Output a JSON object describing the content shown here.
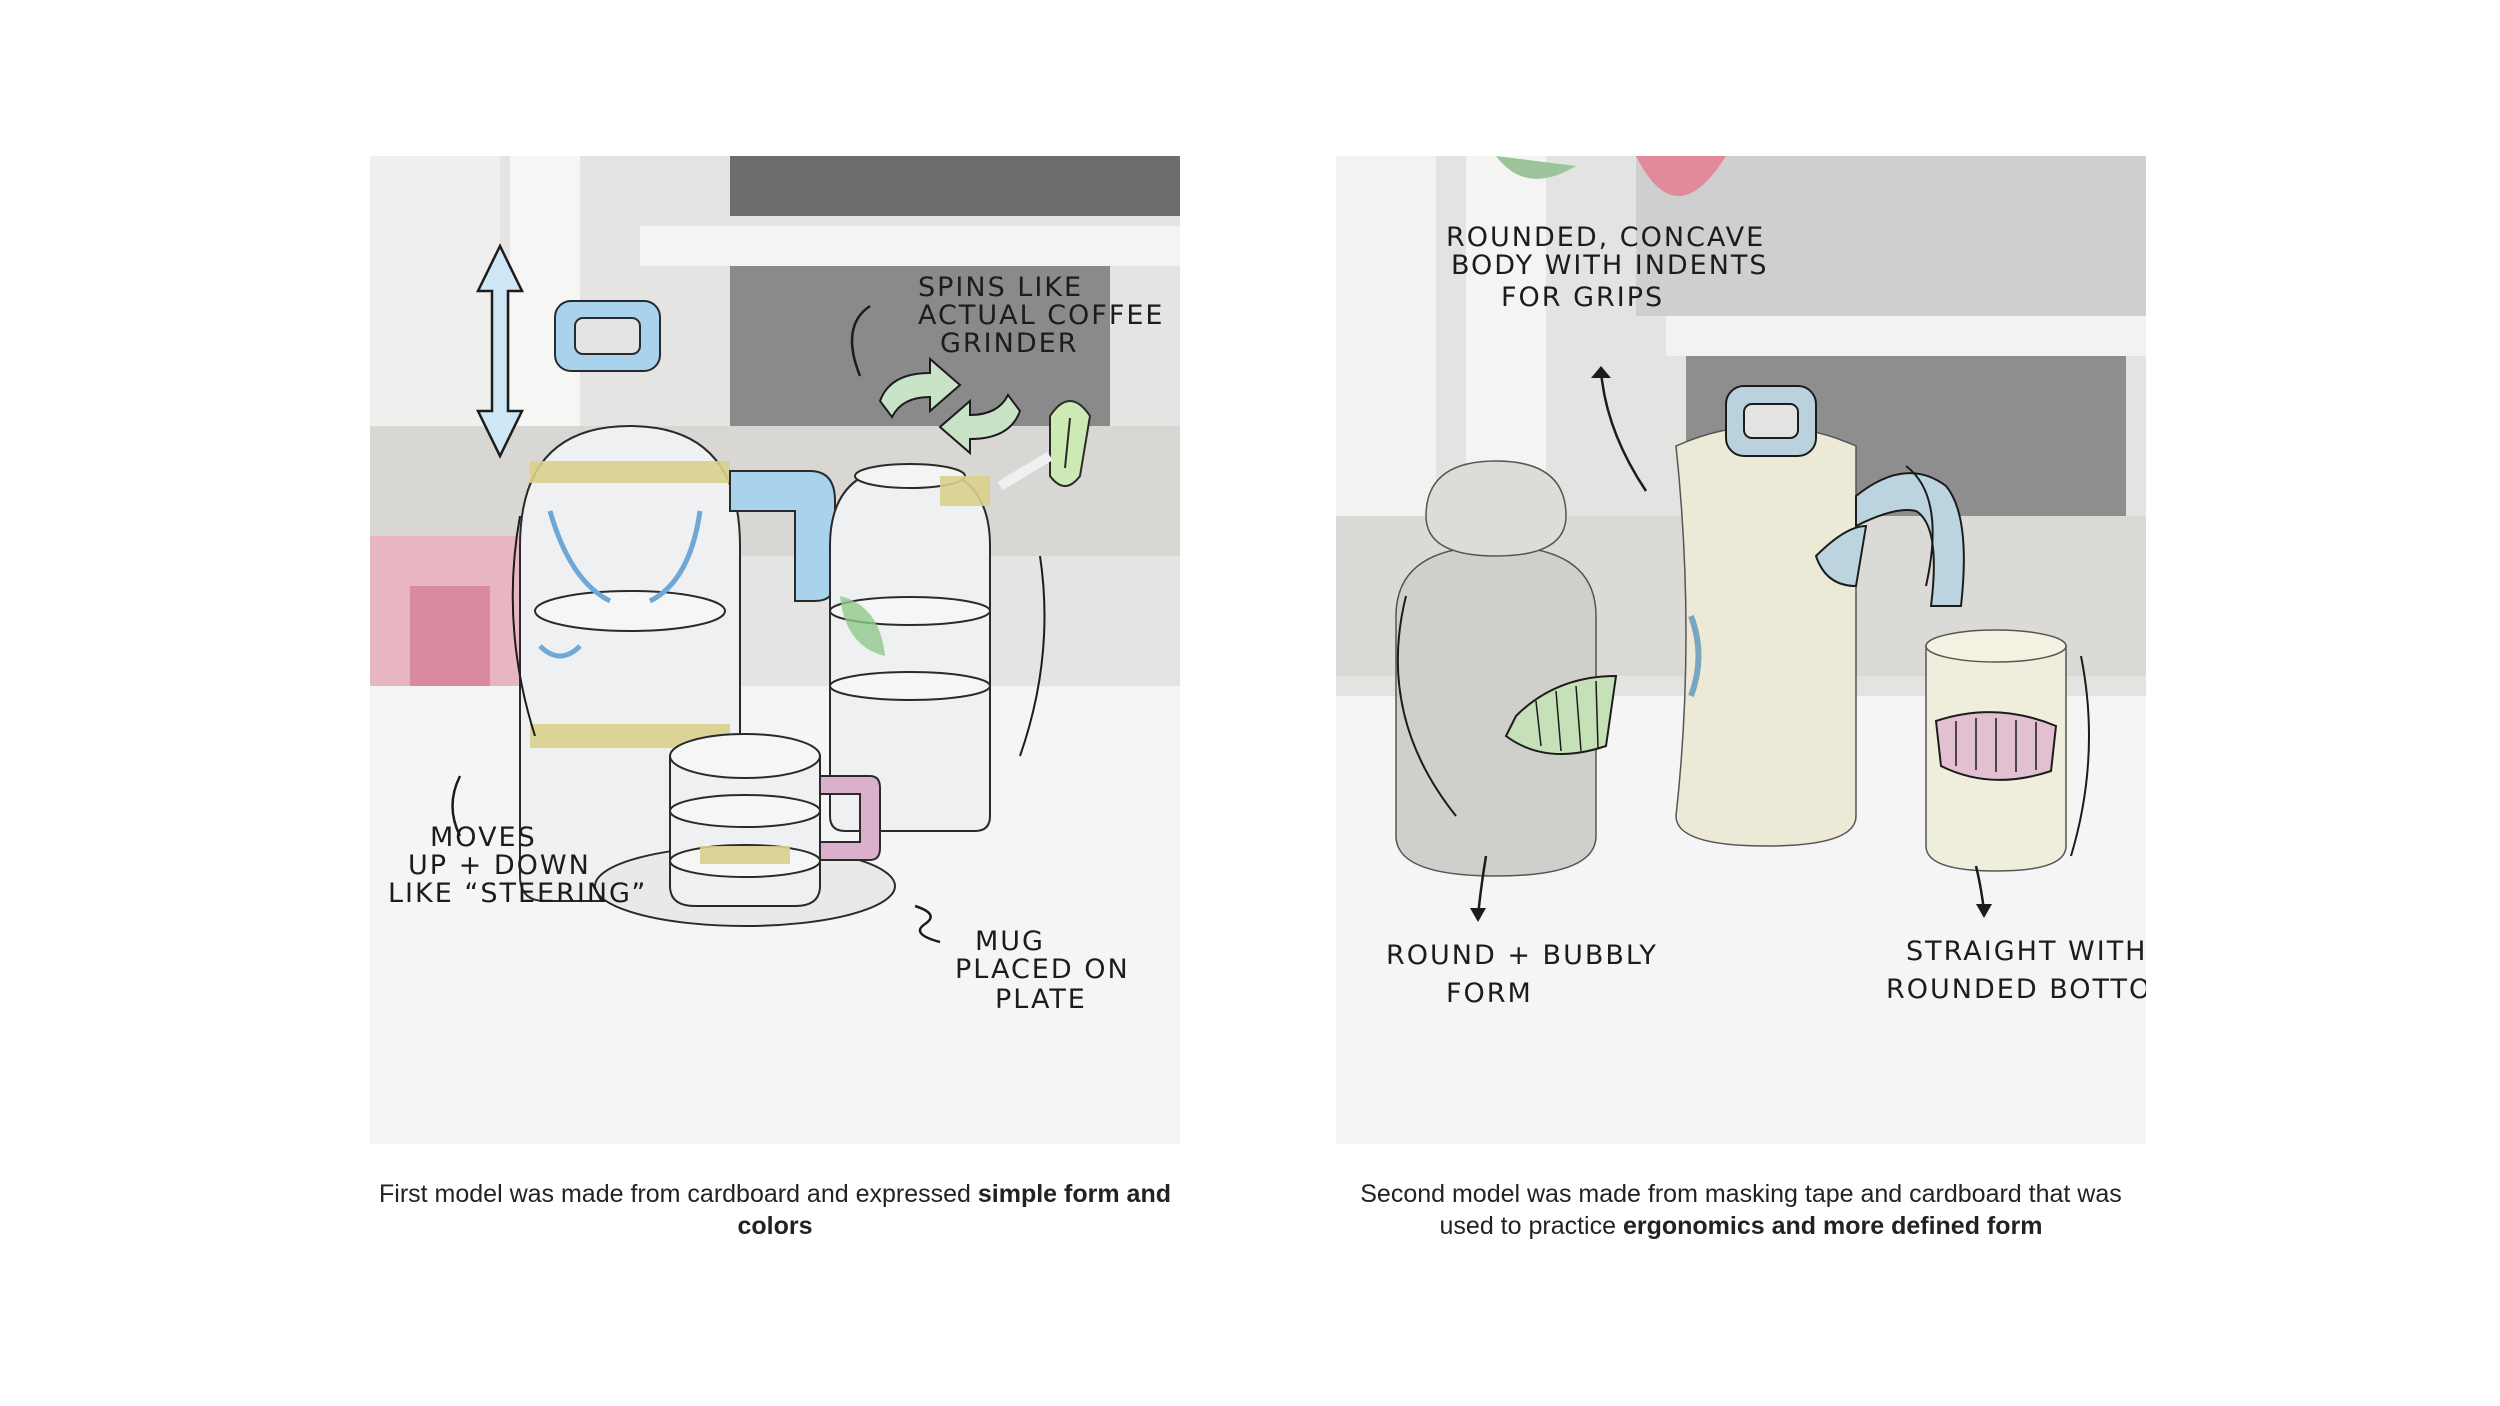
{
  "left_panel": {
    "annotations": {
      "spins": [
        "SPINS LIKE",
        "ACTUAL COFFEE",
        "GRINDER"
      ],
      "moves": [
        "MOVES",
        "UP + DOWN",
        "LIKE “STEERING”"
      ],
      "mug": [
        "MUG",
        "PLACED ON",
        "PLATE"
      ]
    },
    "caption": {
      "text": "First model was made from cardboard and expressed ",
      "bold": "simple form and colors"
    }
  },
  "right_panel": {
    "annotations": {
      "rounded": [
        "ROUNDED, CONCAVE",
        "BODY WITH INDENTS",
        "FOR GRIPS"
      ],
      "round_bubbly": [
        "ROUND + BUBBLY",
        "FORM"
      ],
      "straight": [
        "STRAIGHT WITH",
        "ROUNDED BOTTOM"
      ]
    },
    "caption": {
      "text": "Second model was made from masking tape and cardboard that was used to practice ",
      "bold": "ergonomics and more defined form"
    }
  },
  "colors": {
    "text": "#222222",
    "ink": "#1c1c1c",
    "blue_pen": "#8fc3e4",
    "green_pen": "#b7dca6",
    "pink_pen": "#d7a3c4",
    "tape": "#d9d08c"
  }
}
